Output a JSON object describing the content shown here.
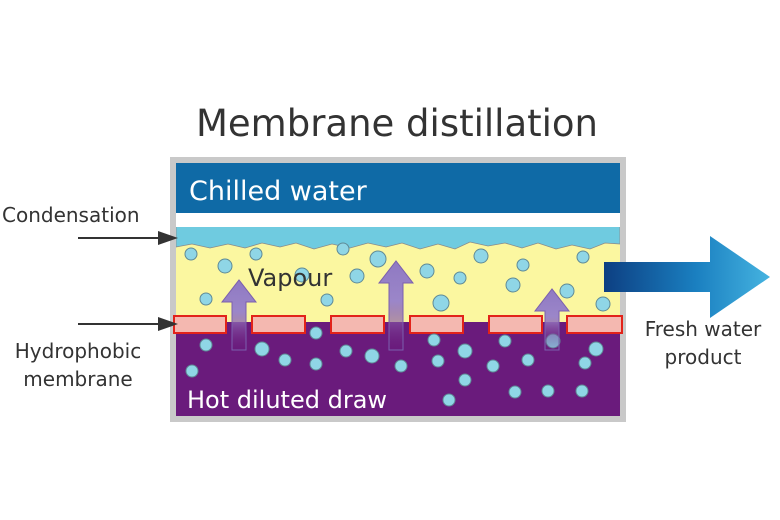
{
  "title": "Membrane distillation",
  "layers": {
    "chilled_water": "Chilled water",
    "vapour": "Vapour",
    "hot_draw": "Hot diluted draw"
  },
  "callouts": {
    "condensation": "Condensation",
    "membrane_line1": "Hydrophobic",
    "membrane_line2": "membrane",
    "output_line1": "Fresh water",
    "output_line2": "product"
  },
  "colors": {
    "frame": "#c9c9c9",
    "chilled_water": "#0f6aa6",
    "condensate": "#6fcbe0",
    "vapour_zone": "#fbf7a0",
    "membrane_fill": "#f4b8b0",
    "membrane_edge": "#e2231a",
    "hot_draw": "#6a1b7c",
    "bubble": "#8fd6e6",
    "up_arrow": "#9b86c9",
    "output_arrow": "#1a7fc0"
  }
}
